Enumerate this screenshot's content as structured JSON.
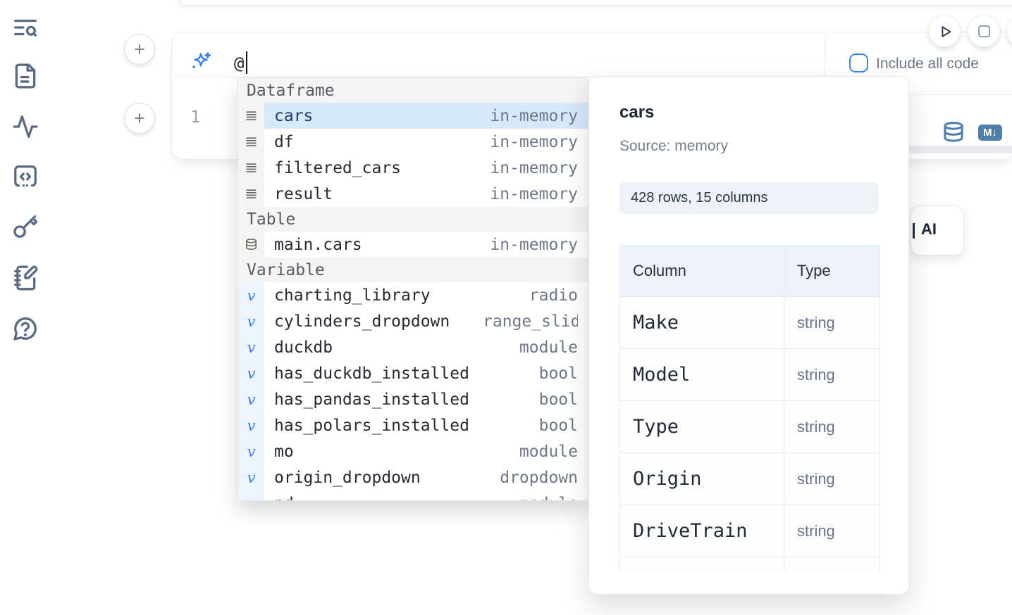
{
  "sidebar": {
    "icons": [
      {
        "name": "text-search-icon"
      },
      {
        "name": "file-text-icon"
      },
      {
        "name": "activity-icon"
      },
      {
        "name": "code-square-icon"
      },
      {
        "name": "key-icon"
      },
      {
        "name": "notebook-pen-icon"
      },
      {
        "name": "help-chat-icon"
      }
    ]
  },
  "run_controls": {
    "buttons": [
      {
        "icon": "play"
      },
      {
        "icon": "stop"
      },
      {
        "icon": "partial-offscreen"
      }
    ]
  },
  "cell": {
    "add_button_top": "+",
    "add_button_bottom": "+",
    "ai_input": {
      "value": "@",
      "icon": "sparkles"
    },
    "include_all_code": {
      "label": "Include all code",
      "checked": false
    },
    "code": {
      "line_number": "1"
    },
    "lang_toggles": [
      {
        "icon": "database"
      },
      {
        "icon": "markdown",
        "label": "M↓"
      }
    ],
    "ai_panel_label": "AI"
  },
  "autocomplete": {
    "sections": [
      {
        "label": "Dataframe",
        "kind": "dataframe",
        "items": [
          {
            "name": "cars",
            "type": "in-memory",
            "selected": true
          },
          {
            "name": "df",
            "type": "in-memory"
          },
          {
            "name": "filtered_cars",
            "type": "in-memory"
          },
          {
            "name": "result",
            "type": "in-memory"
          }
        ]
      },
      {
        "label": "Table",
        "kind": "table",
        "items": [
          {
            "name": "main.cars",
            "type": "in-memory"
          }
        ]
      },
      {
        "label": "Variable",
        "kind": "variable",
        "items": [
          {
            "name": "charting_library",
            "type": "radio"
          },
          {
            "name": "cylinders_dropdown",
            "type": "range_slider"
          },
          {
            "name": "duckdb",
            "type": "module"
          },
          {
            "name": "has_duckdb_installed",
            "type": "bool"
          },
          {
            "name": "has_pandas_installed",
            "type": "bool"
          },
          {
            "name": "has_polars_installed",
            "type": "bool"
          },
          {
            "name": "mo",
            "type": "module"
          },
          {
            "name": "origin_dropdown",
            "type": "dropdown"
          },
          {
            "name": "pd",
            "type": "module"
          }
        ]
      }
    ]
  },
  "preview": {
    "title": "cars",
    "source": "Source: memory",
    "shape": "428 rows, 15 columns",
    "schema": {
      "headers": [
        "Column",
        "Type"
      ],
      "rows": [
        [
          "Make",
          "string"
        ],
        [
          "Model",
          "string"
        ],
        [
          "Type",
          "string"
        ],
        [
          "Origin",
          "string"
        ],
        [
          "DriveTrain",
          "string"
        ],
        [
          "",
          ""
        ]
      ]
    }
  },
  "colors": {
    "accent_blue": "#3e82f6",
    "steel_blue": "#4e80aa",
    "selected_row": "#d6e9fb",
    "icon_slate": "#5b6b82"
  }
}
